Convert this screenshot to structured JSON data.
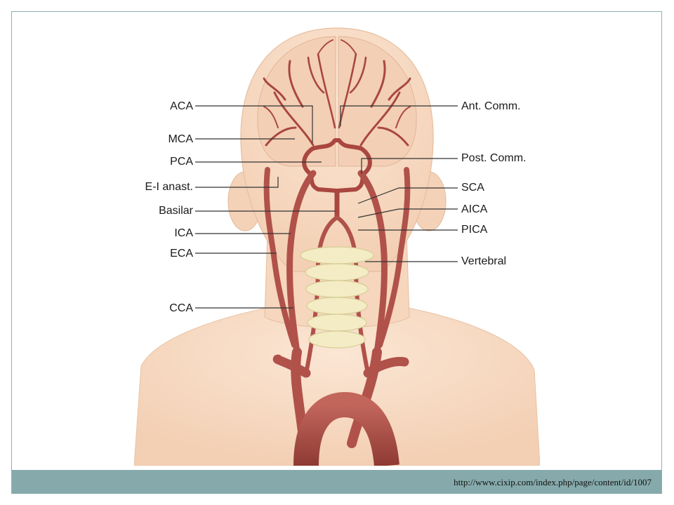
{
  "footer": {
    "source_url": "http://www.cixip.com/index.php/page/content/id/1007",
    "bar_color": "#86aaab"
  },
  "figure": {
    "skin_color": "#f7d9c0",
    "artery_color": "#b0524a",
    "vertebra_color": "#f3ecc4"
  },
  "labels": {
    "left": {
      "aca": "ACA",
      "mca": "MCA",
      "pca": "PCA",
      "ei_anast": "E-I anast.",
      "basilar": "Basilar",
      "ica": "ICA",
      "eca": "ECA",
      "cca": "CCA"
    },
    "right": {
      "ant_comm": "Ant. Comm.",
      "post_comm": "Post. Comm.",
      "sca": "SCA",
      "aica": "AICA",
      "pica": "PICA",
      "vertebral": "Vertebral"
    }
  }
}
